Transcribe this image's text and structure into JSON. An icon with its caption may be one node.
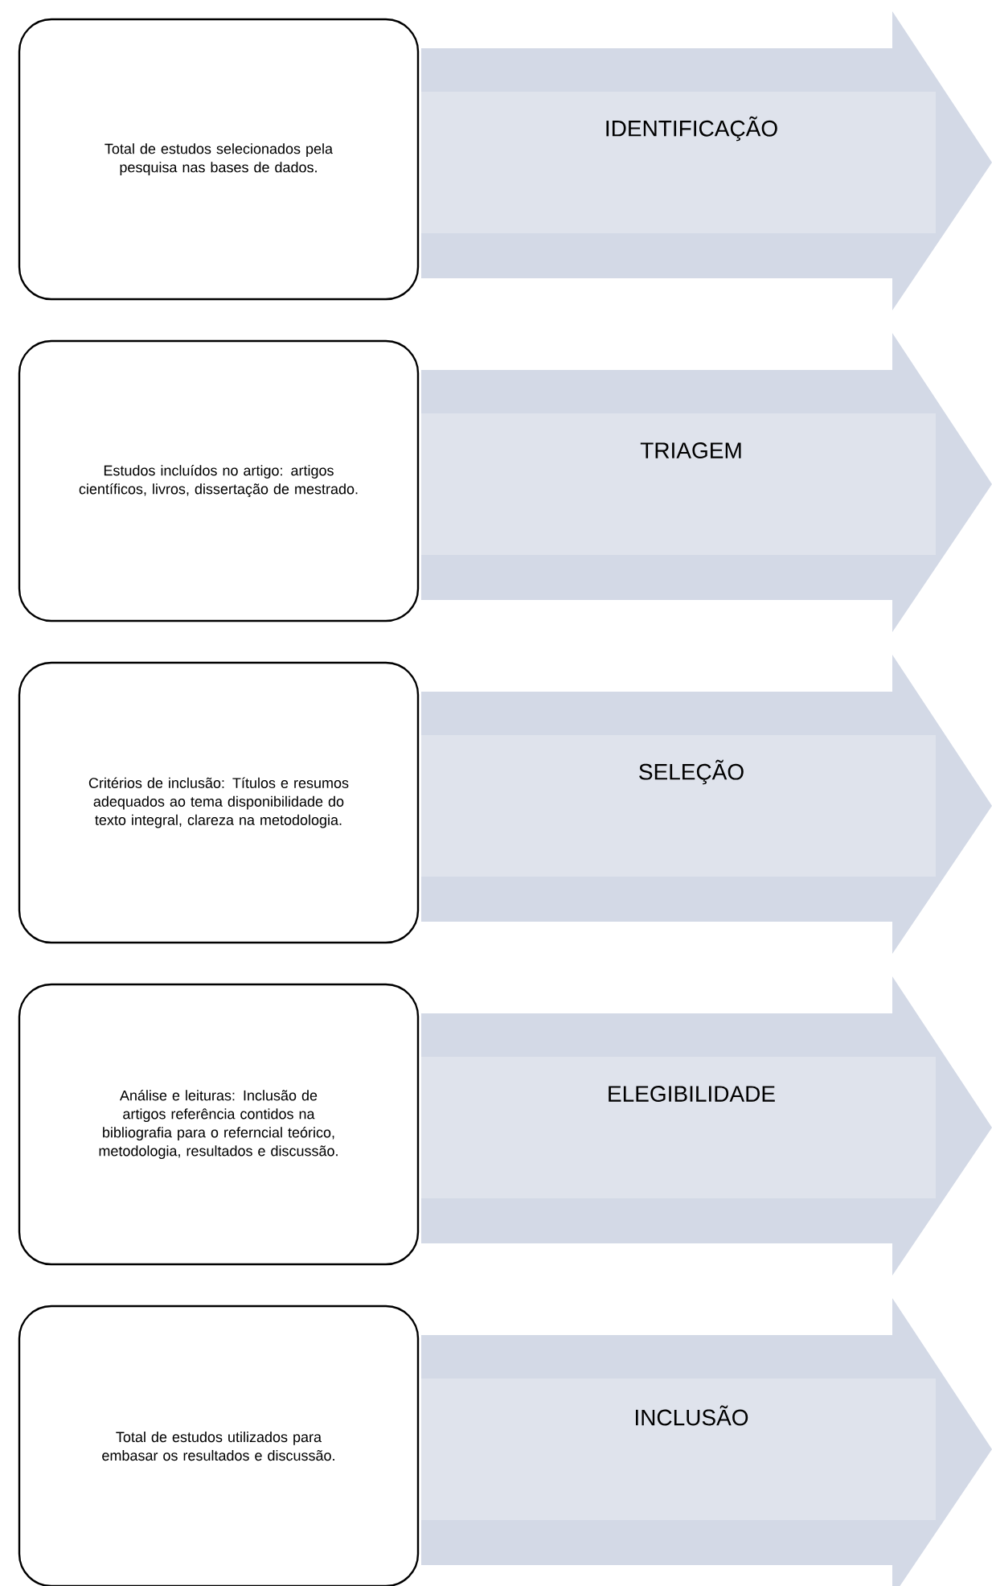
{
  "diagram": {
    "nodes": [
      {
        "text": [
          "Total de estudos selecionados pela pesquisa nas bases de dados."
        ]
      },
      {
        "text": [
          "IDENTIFICAÇÃO"
        ]
      },
      {
        "text": [
          "Estudos incluídos no artigo: artigos científicos, livros, dissertação de mestrado."
        ]
      },
      {
        "text": [
          "TRIAGEM"
        ]
      },
      {
        "text": [
          "Critérios de inclusão: Títulos e resumos adequados ao tema disponibilidade do texto integral, clareza na metodologia."
        ]
      },
      {
        "text": [
          "SELEÇÃO"
        ]
      },
      {
        "text": [
          "Análise e leituras: Inclusão de artigos referência contidos na bibliografia para o referncial teórico, metodologia, resultados e discussão."
        ]
      },
      {
        "text": [
          "ELEGIBILIDADE"
        ]
      },
      {
        "text": [
          "Total de estudos utilizados para embasar os resultados e discussão."
        ]
      },
      {
        "text": [
          "INCLUSÃO"
        ]
      }
    ]
  }
}
